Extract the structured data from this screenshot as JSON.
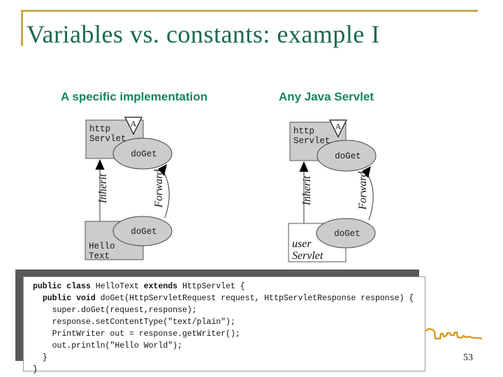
{
  "slide": {
    "title": "Variables vs. constants: example I",
    "page_number": "53"
  },
  "colors": {
    "gold": "#c8a94e",
    "title_green": "#1a6a4a",
    "heading_green": "#14855b",
    "shape_gray": "#cccccc",
    "shadow_gray": "#595959",
    "squiggle_orange": "#d79a1e"
  },
  "columns": [
    {
      "heading": "A specific implementation"
    },
    {
      "heading": "Any Java Servlet"
    }
  ],
  "diagrams": [
    {
      "super_line1": "http",
      "super_line2": "Servlet",
      "marker": "A",
      "method_top": "doGet",
      "method_bottom": "doGet",
      "inherit_label": "Inherit",
      "forward_label": "Forward",
      "sub_line1": "Hello",
      "sub_line2": "Text"
    },
    {
      "super_line1": "http",
      "super_line2": "Servlet",
      "marker": "A",
      "method_top": "doGet",
      "method_bottom": "doGet",
      "inherit_label": "Inherit",
      "forward_label": "Forward",
      "sub_line1": "user",
      "sub_line2": "Servlet"
    }
  ],
  "code": {
    "lines": [
      [
        {
          "t": "public class",
          "b": true
        },
        {
          "t": " HelloText ",
          "b": false
        },
        {
          "t": "extends",
          "b": true
        },
        {
          "t": " HttpServlet {",
          "b": false
        }
      ],
      [
        {
          "t": "  ",
          "b": false
        },
        {
          "t": "public void",
          "b": true
        },
        {
          "t": " doGet(HttpServletRequest request, HttpServletResponse response) {",
          "b": false
        }
      ],
      [
        {
          "t": "    super.doGet(request,response);",
          "b": false
        }
      ],
      [
        {
          "t": "    response.setContentType(\"text/plain\");",
          "b": false
        }
      ],
      [
        {
          "t": "    PrintWriter out = response.getWriter();",
          "b": false
        }
      ],
      [
        {
          "t": "    out.println(\"Hello World\");",
          "b": false
        }
      ],
      [
        {
          "t": "  }",
          "b": false
        }
      ],
      [
        {
          "t": "}",
          "b": false
        }
      ]
    ]
  }
}
